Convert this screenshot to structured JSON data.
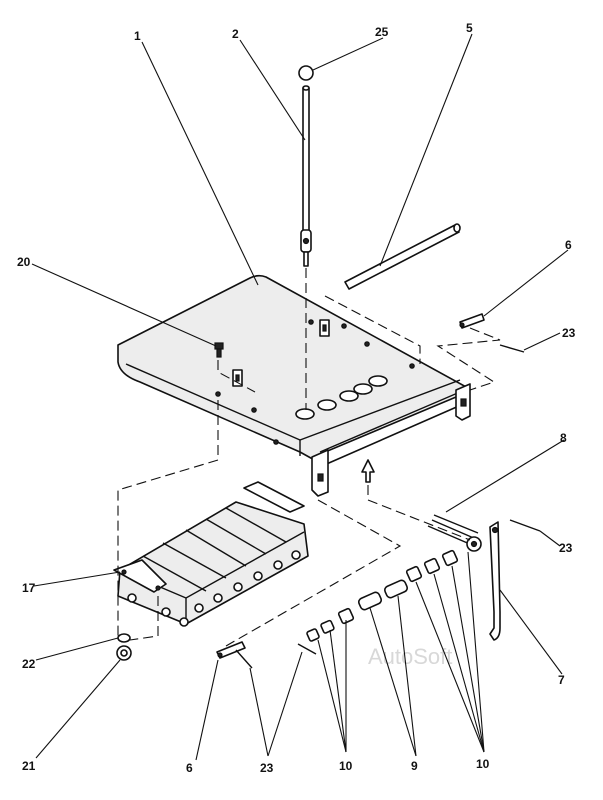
{
  "callouts": {
    "c1": "1",
    "c2": "2",
    "c25": "25",
    "c5": "5",
    "c20": "20",
    "c6a": "6",
    "c23a": "23",
    "c8": "8",
    "c23b": "23",
    "c17": "17",
    "c7": "7",
    "c22": "22",
    "c21": "21",
    "c6b": "6",
    "c23c": "23",
    "c10a": "10",
    "c9": "9",
    "c10b": "10"
  },
  "watermark": "AutoSoft"
}
